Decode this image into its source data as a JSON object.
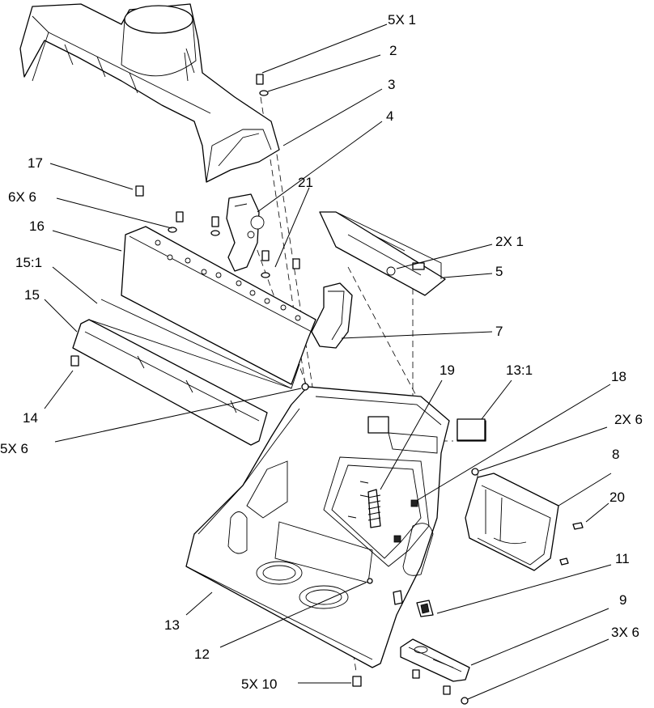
{
  "callouts": [
    {
      "id": "c-5x1",
      "text": "5X 1"
    },
    {
      "id": "c-2",
      "text": "2"
    },
    {
      "id": "c-3",
      "text": "3"
    },
    {
      "id": "c-4",
      "text": "4"
    },
    {
      "id": "c-17",
      "text": "17"
    },
    {
      "id": "c-21",
      "text": "21"
    },
    {
      "id": "c-6x6",
      "text": "6X 6"
    },
    {
      "id": "c-16",
      "text": "16"
    },
    {
      "id": "c-2x1",
      "text": "2X 1"
    },
    {
      "id": "c-15-1",
      "text": "15:1"
    },
    {
      "id": "c-5",
      "text": "5"
    },
    {
      "id": "c-15",
      "text": "15"
    },
    {
      "id": "c-7",
      "text": "7"
    },
    {
      "id": "c-19",
      "text": "19"
    },
    {
      "id": "c-13-1",
      "text": "13:1"
    },
    {
      "id": "c-18",
      "text": "18"
    },
    {
      "id": "c-14",
      "text": "14"
    },
    {
      "id": "c-2x6",
      "text": "2X 6"
    },
    {
      "id": "c-5x6",
      "text": "5X 6"
    },
    {
      "id": "c-8",
      "text": "8"
    },
    {
      "id": "c-20",
      "text": "20"
    },
    {
      "id": "c-11",
      "text": "11"
    },
    {
      "id": "c-9",
      "text": "9"
    },
    {
      "id": "c-13",
      "text": "13"
    },
    {
      "id": "c-12",
      "text": "12"
    },
    {
      "id": "c-3x6",
      "text": "3X 6"
    },
    {
      "id": "c-5x10",
      "text": "5X 10"
    }
  ]
}
